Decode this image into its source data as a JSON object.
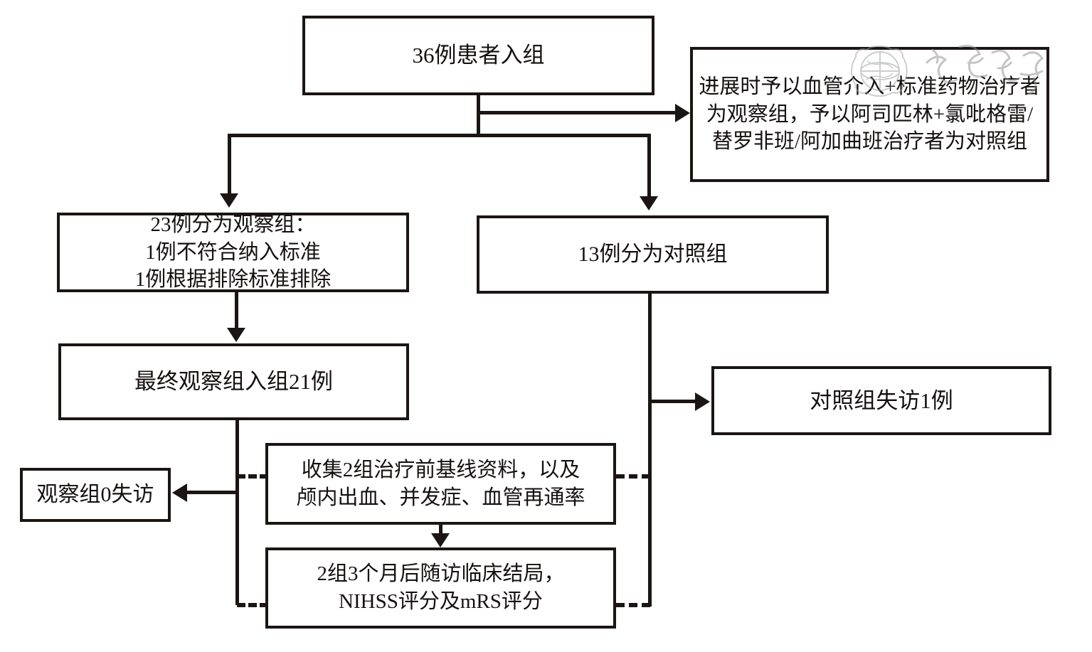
{
  "diagram": {
    "title": "Patient enrollment and grouping flow chart",
    "type": "flowchart",
    "stroke_color": "#1b1513",
    "background_color": "#ffffff",
    "nodes": {
      "enrolled": "36例患者入组",
      "protocol": "进展时予以血管介入+标准药物治疗者为观察组，予以阿司匹林+氯吡格雷/替罗非班/阿加曲班治疗者为对照组",
      "observation_group": "23例分为观察组：\n1例不符合纳入标准\n1例根据排除标准排除",
      "control_group": "13例分为对照组",
      "final_observation": "最终观察组入组21例",
      "control_lost": "对照组失访1例",
      "observation_lost": "观察组0失访",
      "baseline": "收集2组治疗前基线资料，以及\n颅内出血、并发症、血管再通率",
      "followup": "2组3个月后随访临床结局，\nNIHSS评分及mRS评分"
    },
    "edges": [
      {
        "from": "enrolled",
        "to": "protocol",
        "style": "solid",
        "arrow": "right"
      },
      {
        "from": "enrolled",
        "to": "observation_group",
        "style": "solid",
        "arrow": "down"
      },
      {
        "from": "enrolled",
        "to": "control_group",
        "style": "solid",
        "arrow": "down"
      },
      {
        "from": "observation_group",
        "to": "final_observation",
        "style": "solid",
        "arrow": "down"
      },
      {
        "from": "control_group",
        "to": "control_lost",
        "style": "solid",
        "arrow": "right"
      },
      {
        "from": "final_observation",
        "to": "observation_lost",
        "style": "solid",
        "arrow": "left"
      },
      {
        "from": "final_observation",
        "to": "baseline",
        "style": "dashed",
        "arrow": "none"
      },
      {
        "from": "final_observation",
        "to": "followup",
        "style": "dashed",
        "arrow": "none"
      },
      {
        "from": "control_group",
        "to": "baseline",
        "style": "dashed",
        "arrow": "none"
      },
      {
        "from": "control_group",
        "to": "followup",
        "style": "dashed",
        "arrow": "none"
      },
      {
        "from": "baseline",
        "to": "followup",
        "style": "solid",
        "arrow": "down"
      }
    ],
    "watermark": {
      "present": true,
      "description": "grey circular seal emblem with calligraphic characters",
      "color": "#9a9a9a"
    }
  }
}
